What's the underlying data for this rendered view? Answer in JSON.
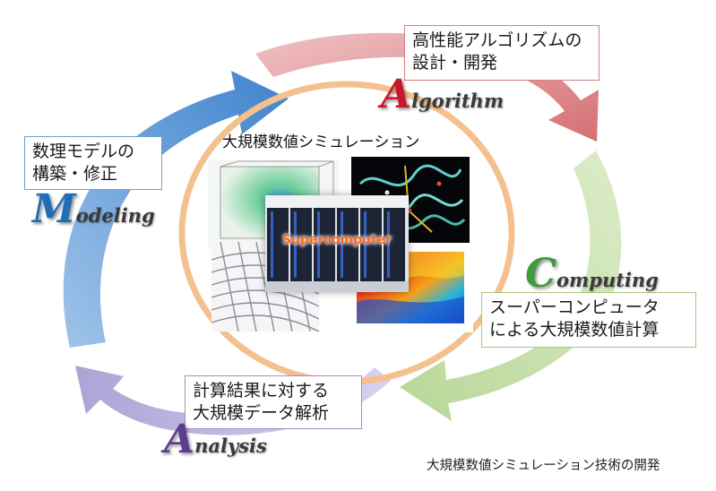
{
  "stages": {
    "algorithm": {
      "description_line1": "高性能アルゴリズムの",
      "description_line2": "設計・開発",
      "title_initial": "A",
      "title_rest": "lgorithm",
      "color": "#d98081"
    },
    "computing": {
      "description_line1": "スーパーコンピュータ",
      "description_line2": "による大規模数値計算",
      "title_initial": "C",
      "title_rest": "omputing",
      "color": "#b8d69a"
    },
    "analysis": {
      "description_line1": "計算結果に対する",
      "description_line2": "大規模データ解析",
      "title_initial": "A",
      "title_rest": "nalysis",
      "color": "#b6addb"
    },
    "modeling": {
      "description_line1": "数理モデルの",
      "description_line2": "構築・修正",
      "title_initial": "M",
      "title_rest": "odeling",
      "color": "#5b94d3"
    }
  },
  "center": {
    "heading": "大規模数値シミュレーション",
    "supercomputer_label": "Supercomputer",
    "ring_color": "#f4c08e"
  },
  "caption": "大規模数値シミュレーション技術の開発"
}
